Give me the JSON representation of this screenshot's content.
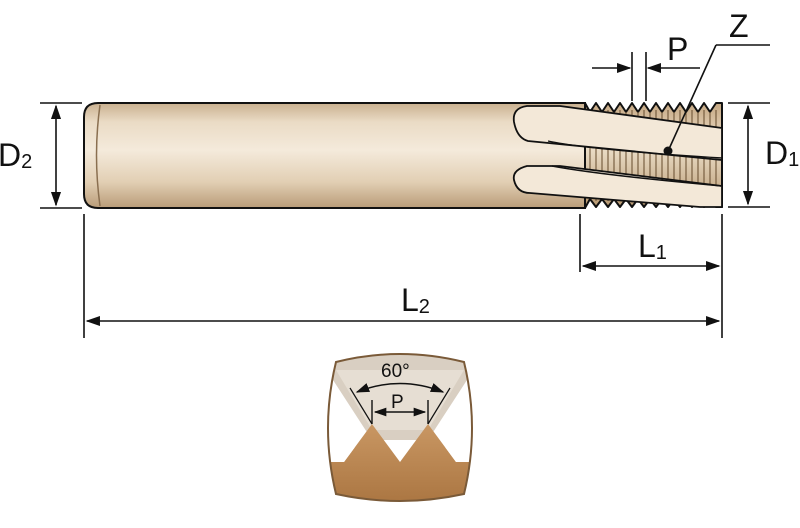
{
  "labels": {
    "d2": {
      "main": "D",
      "sub": "2"
    },
    "d1": {
      "main": "D",
      "sub": "1"
    },
    "l1": {
      "main": "L",
      "sub": "1"
    },
    "l2": {
      "main": "L",
      "sub": "2"
    },
    "p": "P",
    "z": "Z",
    "angle": "60°",
    "detail_p": "P"
  },
  "colors": {
    "shank_light": "#efe2cf",
    "shank_mid": "#dcc7a9",
    "shank_dark": "#c5a986",
    "thread_root": "#b9936a",
    "detail_copper": "#b98753",
    "detail_bg": "#d7cbbb",
    "line": "#111111"
  }
}
